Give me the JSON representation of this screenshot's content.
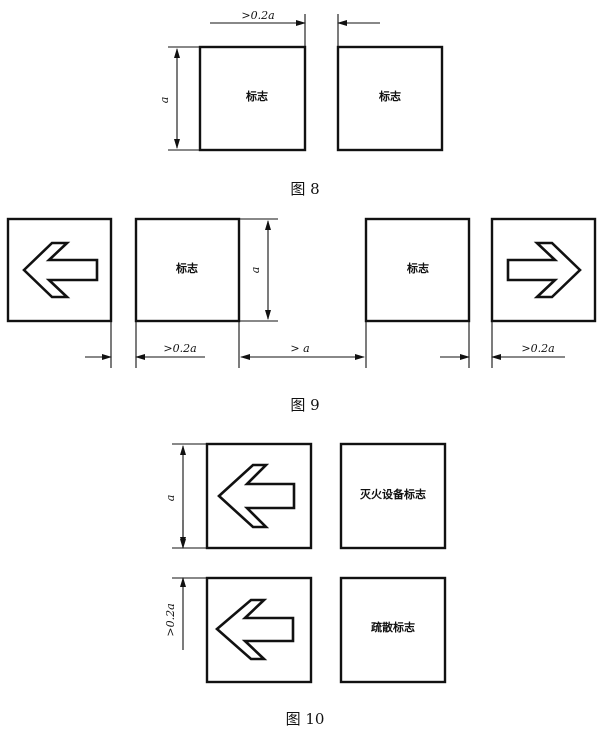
{
  "figure8": {
    "caption": "图 8",
    "sign_left": "标志",
    "sign_right": "标志",
    "dim_side": "a",
    "dim_gap": ">0.2a"
  },
  "figure9": {
    "caption": "图 9",
    "sign_left": "标志",
    "sign_right": "标志",
    "dim_side": "a",
    "dim_gap_left": ">0.2a",
    "dim_gap_middle": "> a",
    "dim_gap_right": ">0.2a"
  },
  "figure10": {
    "caption": "图 10",
    "sign_top": "灭火设备标志",
    "sign_bottom": "疏散标志",
    "dim_side": "a",
    "dim_gap": ">0.2a"
  }
}
